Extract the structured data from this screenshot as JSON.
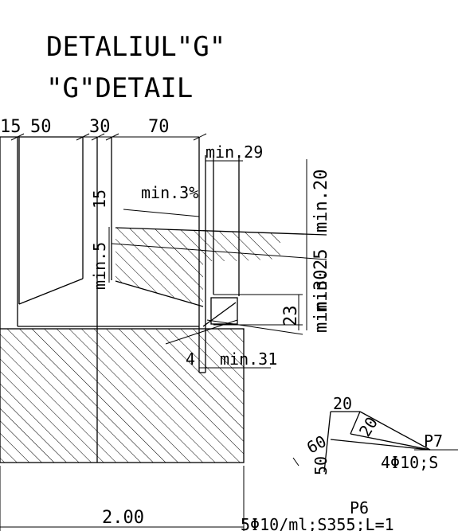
{
  "title": {
    "line1": "DETALIUL\"G\"",
    "line2": "\"G\"DETAIL"
  },
  "dimensions": {
    "d15_left": "15",
    "d50": "50",
    "d30": "30",
    "d70": "70",
    "min29": "min.29",
    "slope": "min.3%",
    "d15_vert": "15",
    "min5": "min.5",
    "min20": "min.20",
    "min25": "min.25",
    "d23": "23",
    "min30": "min.30",
    "d4": "4",
    "min31": "min.31",
    "width_total": "2.00"
  },
  "rebar": {
    "d20_top": "20",
    "d20_diag": "20",
    "d60": "60",
    "d50": "50",
    "p7_label": "P7",
    "p7_spec": "4Φ10;S",
    "p6_label": "P6",
    "p6_spec": "5Φ10/ml;S355;L=1"
  },
  "colors": {
    "ink": "#000000",
    "paper": "#ffffff"
  }
}
